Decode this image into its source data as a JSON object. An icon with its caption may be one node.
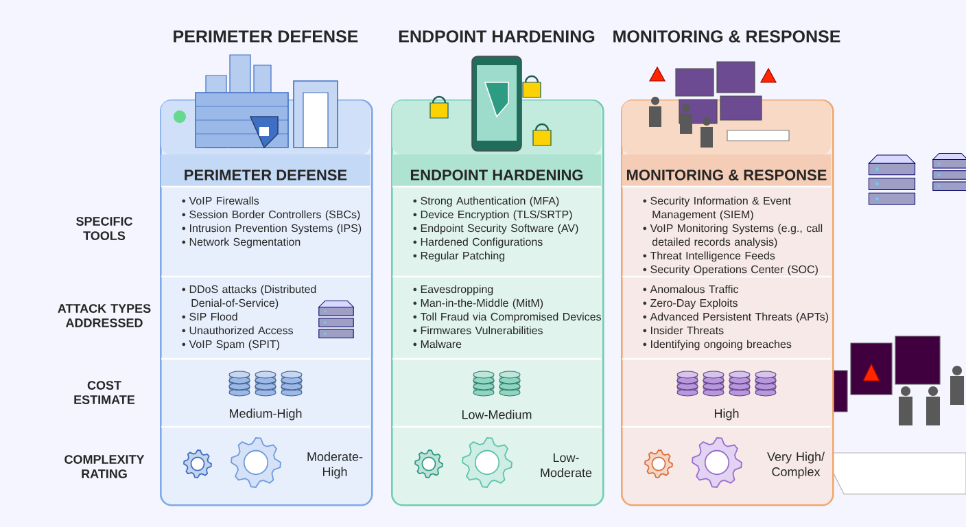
{
  "diagram": {
    "nodes": [
      {
        "text": [
          "PERIMETER DEFENSE",
          "PERIMETER DEFENSE"
        ]
      },
      {
        "text": [
          "VoIP Firewalls",
          "Session Border Controllers (SBCs)",
          "Intrusion Prevention Systems (IPS)",
          "Network Segmentation"
        ],
        "in": 0
      },
      {
        "text": [
          "DDoS attacks (Distributed Denial-of-Service)",
          "SIP Flood",
          "Unauthorized Access",
          "VoIP Spam (SPIT)"
        ],
        "in": 0
      },
      {
        "text": [
          "Medium-High"
        ],
        "in": 0
      },
      {
        "text": [
          "Moderate-High"
        ],
        "in": 0
      },
      {
        "text": [
          "ENDPOINT HARDENING",
          "ENDPOINT HARDENING"
        ]
      },
      {
        "text": [
          "Strong Authentication (MFA)",
          "Device Encryption (TLS/SRTP)",
          "Endpoint Security Software (AV)",
          "Hardened Configurations",
          "Regular Patching"
        ],
        "in": 5
      },
      {
        "text": [
          "Eavesdropping",
          "Man-in-the-Middle (MitM)",
          "Toll Fraud via Compromised Devices",
          "Firmwares Vulnerabilities",
          "Malware"
        ],
        "in": 5
      },
      {
        "text": [
          "Low-Medium"
        ],
        "in": 5
      },
      {
        "text": [
          "Low-Moderate"
        ],
        "in": 5
      },
      {
        "text": [
          "MONITORING & RESPONSE",
          "MONITORING & RESPONSE"
        ]
      },
      {
        "text": [
          "Security Information & Event Management (SIEM)",
          "VoIP Monitoring Systems (e.g., call detailed records analysis)",
          "Threat Intelligence Feeds",
          "Security Operations Center (SOC)"
        ],
        "in": 10
      },
      {
        "text": [
          "Anomalous Traffic",
          "Zero-Day Exploits",
          "Advanced Persistent Threats (APTs)",
          "Insider Threats",
          "Identifying ongoing breaches"
        ],
        "in": 10
      },
      {
        "text": [
          "High"
        ],
        "in": 10
      },
      {
        "text": [
          "Very High/ Complex"
        ],
        "in": 10
      }
    ],
    "labels": [
      "SPECIFIC TOOLS",
      "ATTACK TYPES ADDRESSED",
      "COST ESTIMATE",
      "COMPLEXITY RATING"
    ]
  }
}
